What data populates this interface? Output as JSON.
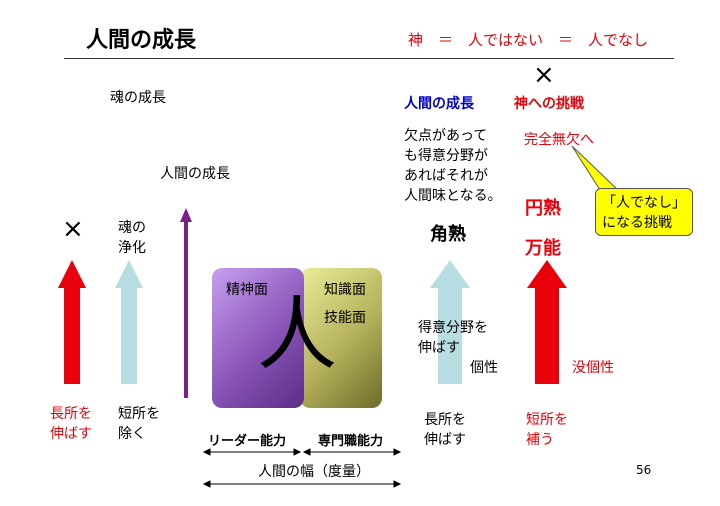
{
  "header": {
    "title": "人間の成長",
    "tagline": "神　＝　人ではない　＝　人でなし"
  },
  "marks": {
    "cross_top": "×",
    "cross_left": "×"
  },
  "left": {
    "soul_growth": "魂の成長",
    "human_growth": "人間の成長",
    "purify_line1": "魂の",
    "purify_line2": "浄化",
    "strengths_line1": "長所を",
    "strengths_line2": "伸ばす",
    "weakness_line1": "短所を",
    "weakness_line2": "除く"
  },
  "center": {
    "person_char": "人",
    "spirit_label": "精神面",
    "knowledge_label": "知識面",
    "skill_label": "技能面",
    "leadership_label": "リーダー能力",
    "expertise_label": "専門職能力",
    "breadth_label": "人間の幅（度量）"
  },
  "right": {
    "human_growth_heading": "人間の成長",
    "god_challenge_heading": "神への挑戦",
    "flaw_line1": "欠点があって",
    "flaw_line2": "も得意分野が",
    "flaw_line3": "あればそれが",
    "flaw_line4": "人間味となる。",
    "perfect": "完全無欠へ",
    "rounded": "円熟",
    "omnipotent": "万能",
    "angular": "角熟",
    "specialty_line1": "得意分野を",
    "specialty_line2": "伸ばす",
    "individuality": "個性",
    "no_individuality": "没個性",
    "strengths_line1": "長所を",
    "strengths_line2": "伸ばす",
    "compensate_line1": "短所を",
    "compensate_line2": "補う",
    "callout_line1": "「人でなし」",
    "callout_line2": "になる挑戦"
  },
  "footer": {
    "page_number": "56"
  },
  "colors": {
    "red": "#e8000b",
    "light_blue": "#b7dde3",
    "purple": "#7b1f8a",
    "blue_text": "#0000c8",
    "callout_yellow": "#ffff00"
  }
}
